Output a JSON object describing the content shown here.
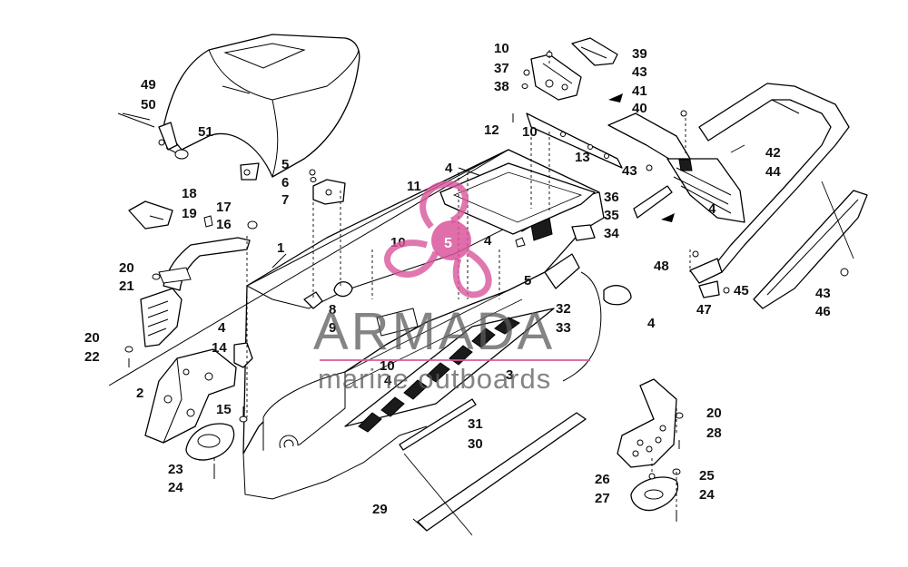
{
  "watermark": {
    "brand": "ARMADA",
    "tagline": "marine outboards",
    "logo_number": "5",
    "accent_color": "#d9559b"
  },
  "callouts": {
    "n1": "1",
    "n2": "2",
    "n3": "3",
    "n4a": "4",
    "n4b": "4",
    "n4c": "4",
    "n4d": "4",
    "n4e": "4",
    "n4f": "4",
    "n5a": "5",
    "n5b": "5",
    "n6": "6",
    "n7": "7",
    "n8": "8",
    "n9": "9",
    "n10a": "10",
    "n10b": "10",
    "n10c": "10",
    "n10d": "10",
    "n11": "11",
    "n12": "12",
    "n13": "13",
    "n14": "14",
    "n15": "15",
    "n16": "16",
    "n17": "17",
    "n18": "18",
    "n19": "19",
    "n20a": "20",
    "n20b": "20",
    "n20c": "20",
    "n21": "21",
    "n22": "22",
    "n23": "23",
    "n24a": "24",
    "n24b": "24",
    "n25": "25",
    "n26": "26",
    "n27": "27",
    "n28": "28",
    "n29": "29",
    "n30": "30",
    "n31": "31",
    "n32": "32",
    "n33": "33",
    "n34": "34",
    "n35": "35",
    "n36": "36",
    "n37": "37",
    "n38": "38",
    "n39": "39",
    "n40": "40",
    "n41": "41",
    "n42": "42",
    "n43a": "43",
    "n43b": "43",
    "n43c": "43",
    "n44": "44",
    "n45": "45",
    "n46": "46",
    "n47": "47",
    "n48": "48",
    "n49": "49",
    "n50": "50",
    "n51": "51"
  }
}
